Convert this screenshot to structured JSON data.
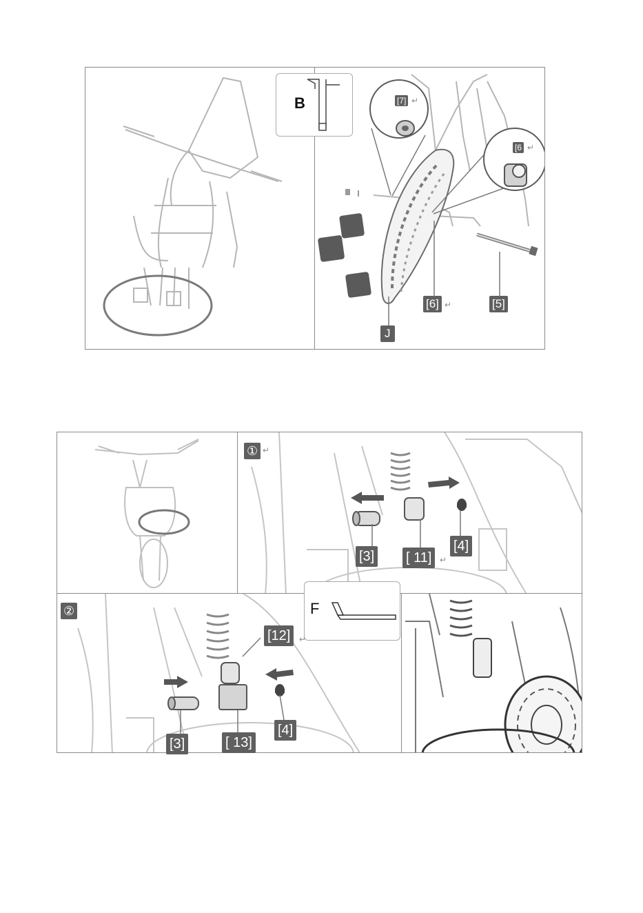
{
  "figure1": {
    "tool_label": "B",
    "callouts": {
      "washer": "[7]",
      "spacer_zoom": "[6",
      "spacer": "[6]",
      "axle": "[5]",
      "wheel": "J"
    }
  },
  "figure2": {
    "step1_badge": "①",
    "step2_badge": "②",
    "tool_label": "F",
    "step1_callouts": {
      "pin": "[3]",
      "nut": "[ 11]",
      "bolt": "[4]"
    },
    "step2_callouts": {
      "mount": "[12]",
      "pin": "[3]",
      "clamp": "[ 13]",
      "bolt": "[4]"
    }
  },
  "return_glyph": "↵"
}
